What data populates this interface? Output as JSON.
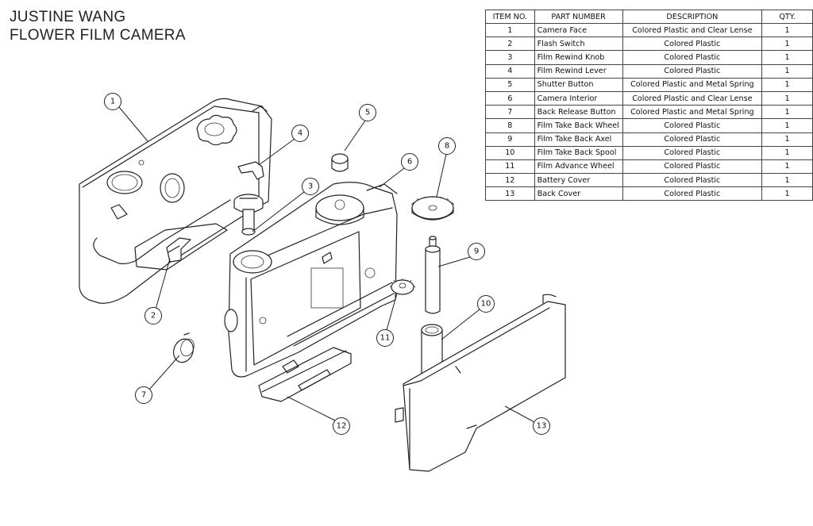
{
  "title": {
    "line1": "JUSTINE WANG",
    "line2": "FLOWER FILM CAMERA"
  },
  "bom": {
    "headers": {
      "item": "ITEM NO.",
      "part": "PART NUMBER",
      "description": "DESCRIPTION",
      "qty": "QTY."
    },
    "rows": [
      {
        "item": "1",
        "part": "Camera Face",
        "description": "Colored Plastic and Clear Lense",
        "qty": "1"
      },
      {
        "item": "2",
        "part": "Flash Switch",
        "description": "Colored Plastic",
        "qty": "1"
      },
      {
        "item": "3",
        "part": "Film Rewind Knob",
        "description": "Colored Plastic",
        "qty": "1"
      },
      {
        "item": "4",
        "part": "Film Rewind Lever",
        "description": "Colored Plastic",
        "qty": "1"
      },
      {
        "item": "5",
        "part": "Shutter Button",
        "description": "Colored Plastic and Metal Spring",
        "qty": "1"
      },
      {
        "item": "6",
        "part": "Camera Interior",
        "description": "Colored Plastic and Clear Lense",
        "qty": "1"
      },
      {
        "item": "7",
        "part": "Back Release Button",
        "description": "Colored Plastic and Metal Spring",
        "qty": "1"
      },
      {
        "item": "8",
        "part": "Film Take Back Wheel",
        "description": "Colored Plastic",
        "qty": "1"
      },
      {
        "item": "9",
        "part": "Film Take Back Axel",
        "description": "Colored Plastic",
        "qty": "1"
      },
      {
        "item": "10",
        "part": "Film Take Back Spool",
        "description": "Colored Plastic",
        "qty": "1"
      },
      {
        "item": "11",
        "part": "Film Advance Wheel",
        "description": "Colored Plastic",
        "qty": "1"
      },
      {
        "item": "12",
        "part": "Battery Cover",
        "description": "Colored Plastic",
        "qty": "1"
      },
      {
        "item": "13",
        "part": "Back Cover",
        "description": "Colored Plastic",
        "qty": "1"
      }
    ]
  },
  "balloons": [
    {
      "label": "1"
    },
    {
      "label": "2"
    },
    {
      "label": "3"
    },
    {
      "label": "4"
    },
    {
      "label": "5"
    },
    {
      "label": "6"
    },
    {
      "label": "7"
    },
    {
      "label": "8"
    },
    {
      "label": "9"
    },
    {
      "label": "10"
    },
    {
      "label": "11"
    },
    {
      "label": "12"
    },
    {
      "label": "13"
    }
  ]
}
